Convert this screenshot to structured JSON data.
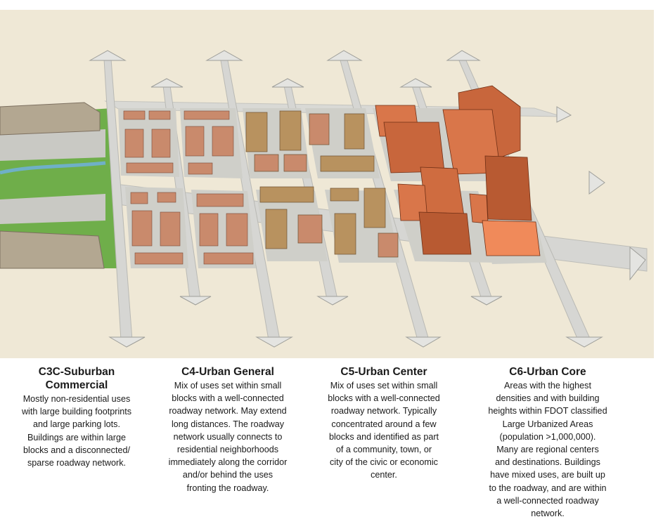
{
  "captions": [
    {
      "id": "c3c",
      "title": "C3C-Suburban\nCommercial",
      "description": "Mostly non-residential uses\nwith large building footprints\nand large parking lots.\nBuildings are within large\nblocks and a disconnected/\nsparse roadway network."
    },
    {
      "id": "c4",
      "title": "C4-Urban General",
      "description": "Mix of uses set within small\nblocks with a well-connected\nroadway network. May extend\nlong distances.  The roadway\nnetwork usually connects to\nresidential neighborhoods\nimmediately along the corridor\nand/or behind the uses\nfronting the roadway."
    },
    {
      "id": "c5",
      "title": "C5-Urban Center",
      "description": "Mix of uses set within small\nblocks with a well-connected\nroadway network.  Typically\nconcentrated around a few\nblocks and identified as part\nof a community, town, or\ncity of the civic or economic\ncenter."
    },
    {
      "id": "c6",
      "title": "C6-Urban Core",
      "description": "Areas with the highest\ndensities and with building\nheights within FDOT classified\nLarge Urbanized Areas\n(population >1,000,000).\nMany are regional centers\nand destinations.  Buildings\nhave mixed uses, are built up\nto the roadway, and are within\na well-connected roadway\nnetwork."
    }
  ],
  "colors": {
    "background": "#efe8d6",
    "road": "#d6d6d3",
    "grass": "#6fae4a",
    "house_roof": "#c98a6c",
    "mid_rise": "#b8925f",
    "tower": "#c8663c"
  }
}
